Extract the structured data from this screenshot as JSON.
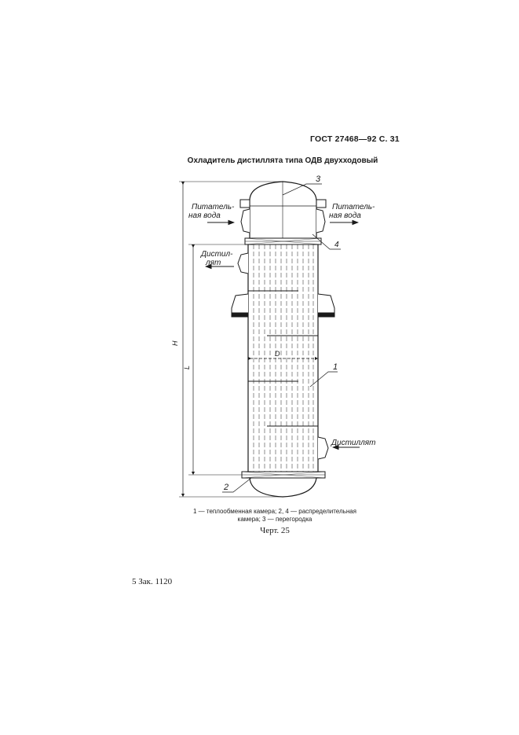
{
  "header": {
    "standard": "ГОСТ 27468—92 С. 31"
  },
  "figure": {
    "title": "Охладитель дистиллята типа ОДВ двухходовый",
    "labels": {
      "water_in_line1": "Питатель-",
      "water_in_line2": "ная вода",
      "water_out_line1": "Питатель-",
      "water_out_line2": "ная вода",
      "distillate_out_line1": "Дистил-",
      "distillate_out_line2": "лят",
      "distillate_in": "Дистиллят",
      "dim_h": "H",
      "dim_l": "L",
      "dim_d": "D",
      "pos_1": "1",
      "pos_2": "2",
      "pos_3": "3",
      "pos_4": "4"
    },
    "caption_line1": "1 — теплообменная камера; 2, 4 — распределительная",
    "caption_line2": "камера; 3 — перегородка",
    "number": "Черт. 25"
  },
  "footer": {
    "order": "5 Зак. 1120"
  }
}
